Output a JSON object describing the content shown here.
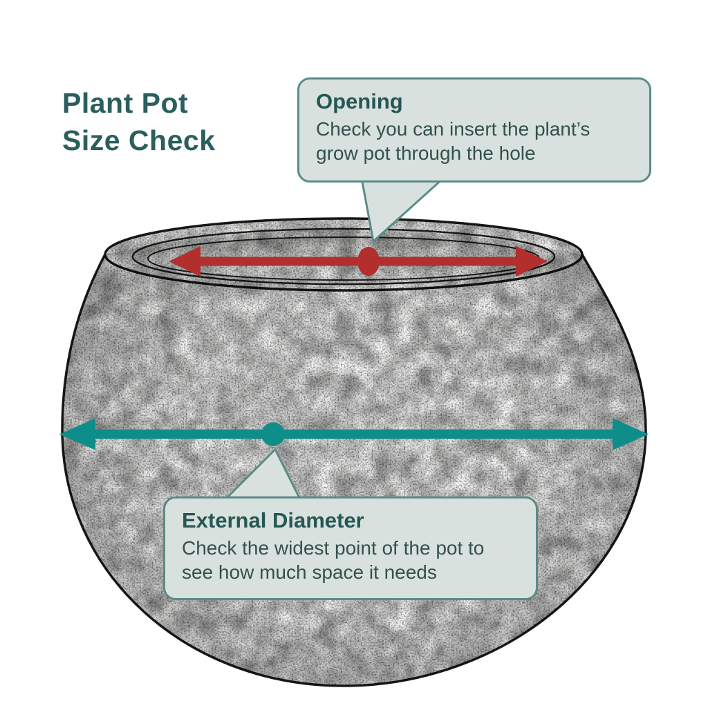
{
  "title": {
    "line1": "Plant Pot",
    "line2": "Size Check"
  },
  "callouts": {
    "opening": {
      "heading": "Opening",
      "body": "Check you can insert the plant’s grow pot through the hole"
    },
    "external": {
      "heading": "External Diameter",
      "body": "Check the widest point of the pot to see how much space it needs"
    }
  },
  "icons": {
    "opening_arrow": "red-double-headed-arrow",
    "opening_point": "red-dot-marker",
    "diameter_arrow": "teal-double-headed-arrow",
    "diameter_point": "teal-dot-marker",
    "illustration": "sketched-round-plant-pot"
  },
  "colors": {
    "accent_red": "#b22f2e",
    "accent_teal": "#0e8e8a",
    "title_text": "#2a5f5c",
    "heading_text": "#255753",
    "body_text": "#33514e",
    "callout_bg": "#d9e1df",
    "callout_border": "#5a8b88",
    "sketch_outline": "#1a1a1a"
  }
}
